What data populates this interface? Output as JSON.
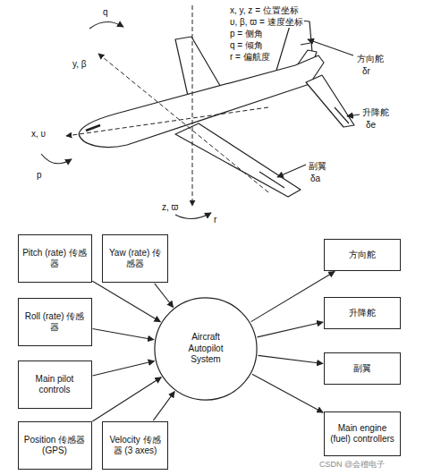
{
  "diagram": {
    "nodes": [
      {
        "text": [
          "Pitch (rate) 传感器"
        ]
      },
      {
        "text": [
          "Yaw (rate) 传感器"
        ]
      },
      {
        "text": [
          "Roll (rate) 传感器"
        ]
      },
      {
        "text": [
          "Main pilot controls"
        ]
      },
      {
        "text": [
          "Position 传感器 (GPS)"
        ]
      },
      {
        "text": [
          "Velocity 传感器 (3 axes)"
        ]
      },
      {
        "text": [
          "Aircraft Autopilot System"
        ]
      },
      {
        "text": [
          "方向舵"
        ]
      },
      {
        "text": [
          "升降舵"
        ]
      },
      {
        "text": [
          "副翼"
        ]
      },
      {
        "text": [
          "Main engine (fuel) controllers"
        ]
      }
    ],
    "edges": [
      {
        "from": 0,
        "to": 6,
        "arrow": "to"
      },
      {
        "from": 1,
        "to": 6,
        "arrow": "to"
      },
      {
        "from": 2,
        "to": 6,
        "arrow": "to"
      },
      {
        "from": 3,
        "to": 6,
        "arrow": "to"
      },
      {
        "from": 4,
        "to": 6,
        "arrow": "to"
      },
      {
        "from": 5,
        "to": 6,
        "arrow": "to"
      },
      {
        "from": 6,
        "to": 7,
        "arrow": "to"
      },
      {
        "from": 6,
        "to": 8,
        "arrow": "to"
      },
      {
        "from": 6,
        "to": 9,
        "arrow": "to"
      },
      {
        "from": 6,
        "to": 10,
        "arrow": "to"
      }
    ],
    "labels": [
      "x, y, z = 位置坐标",
      "υ, β, ϖ = 速度坐标",
      "p = 侧角",
      "q = 倾角",
      "r = 偏航度",
      "q",
      "y, β",
      "方向舵",
      "δr",
      "升降舵",
      "δe",
      "x, υ",
      "p",
      "副翼",
      "δa",
      "z, ϖ",
      "r",
      "CSDN @会稽电子"
    ]
  }
}
